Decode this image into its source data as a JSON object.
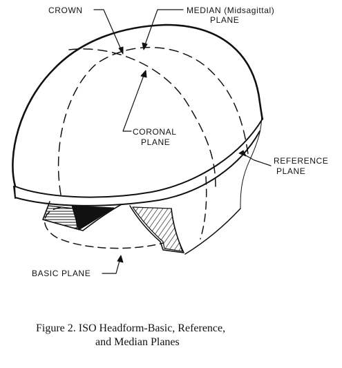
{
  "labels": {
    "crown": "CROWN",
    "median_line1": "MEDIAN (Midsagittal)",
    "median_line2": "PLANE",
    "coronal_line1": "CORONAL",
    "coronal_line2": "PLANE",
    "reference_line1": "REFERENCE",
    "reference_line2": "PLANE",
    "basic": "BASIC PLANE"
  },
  "caption": {
    "line1": "Figure 2.  ISO Headform-Basic, Reference,",
    "line2": "and Median Planes"
  },
  "colors": {
    "ink": "#111111",
    "background": "#ffffff"
  }
}
